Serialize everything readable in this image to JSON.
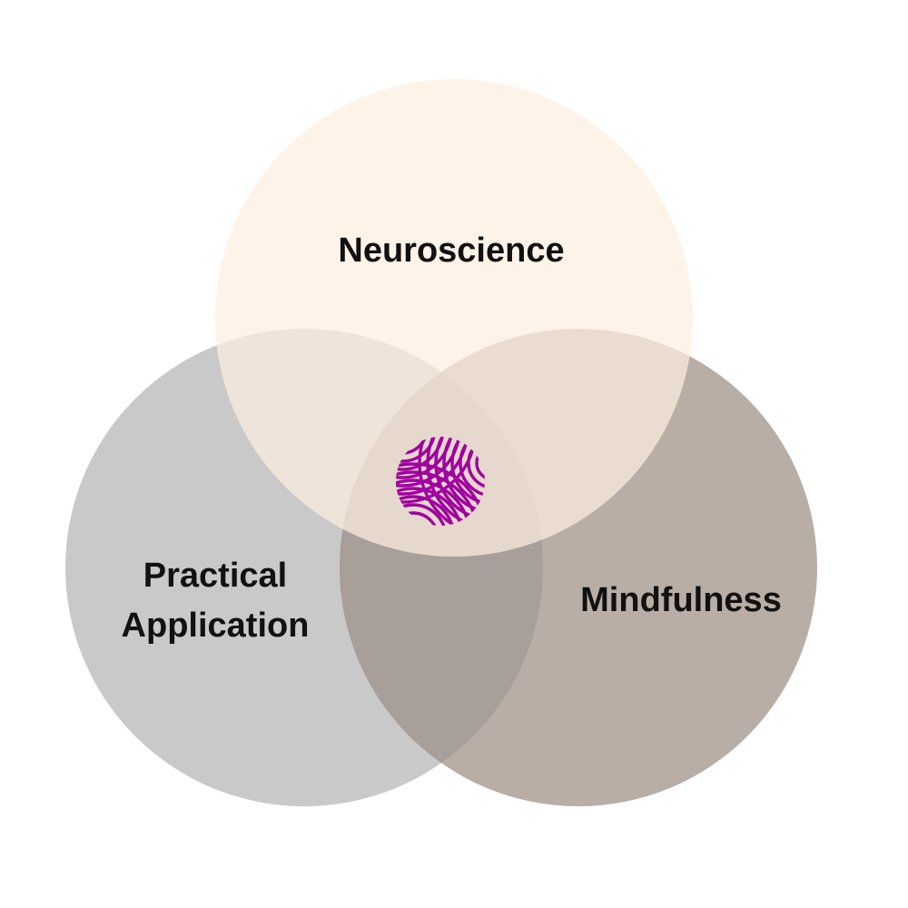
{
  "diagram": {
    "type": "venn",
    "sets": [
      {
        "id": "neuroscience",
        "label": "Neuroscience",
        "color": "#fdefe0"
      },
      {
        "id": "practical",
        "label_lines": [
          "Practical",
          "Application"
        ],
        "color": "#c9c9c9"
      },
      {
        "id": "mindfulness",
        "label": "Mindfulness",
        "color": "#b9aea6"
      }
    ],
    "center_logo": {
      "icon": "swirl-logo-icon",
      "color": "#a0009f"
    }
  }
}
